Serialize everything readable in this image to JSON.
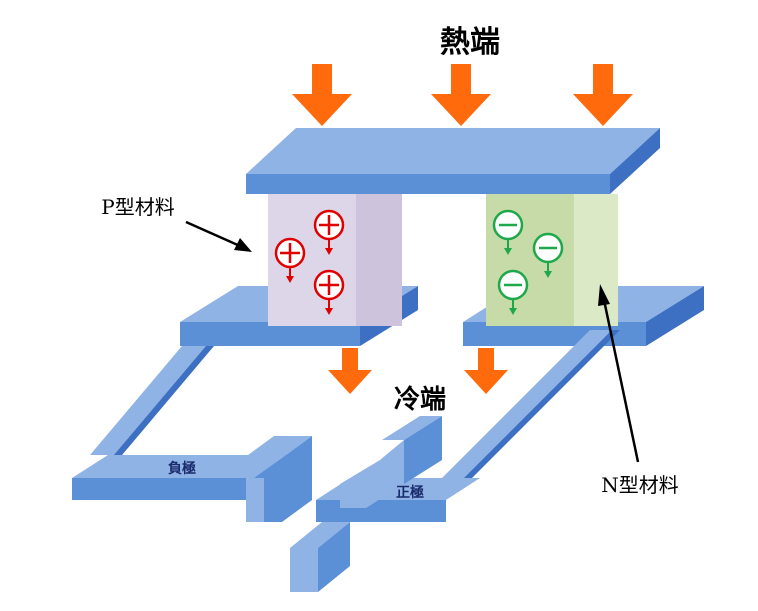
{
  "labels": {
    "hot_end": "熱端",
    "cold_end": "冷端",
    "p_material": "P型材料",
    "n_material": "N型材料",
    "negative_terminal": "負極",
    "positive_terminal": "正極"
  },
  "symbols": {
    "hole": "+",
    "electron": "−"
  },
  "colors": {
    "heat_arrow": "#ff6a0c",
    "plate_top": "#8fb3e4",
    "plate_front": "#5b8fd6",
    "plate_side": "#3d70c2",
    "p_block": "#ddd6e8",
    "p_block_side": "#cdc3dc",
    "n_block": "#c6dba8",
    "n_block_side": "#dce9c6",
    "hole": "#e00000",
    "electron": "#1fa84a"
  },
  "icons": {
    "heat_flow": "down-arrow-icon",
    "pointer": "pointer-arrow-icon"
  }
}
